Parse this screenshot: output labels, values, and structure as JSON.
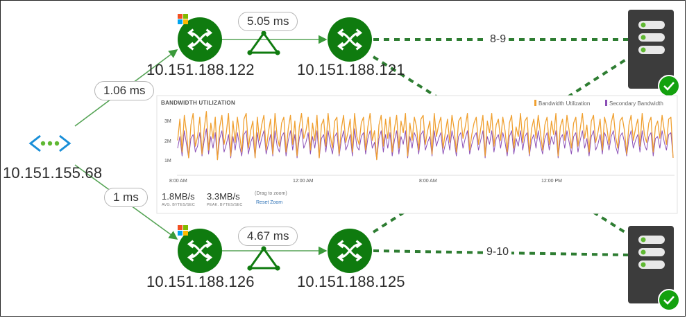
{
  "nodes": {
    "source": "10.151.155.68",
    "r1": "10.151.188.122",
    "r2": "10.151.188.121",
    "r3": "10.151.188.126",
    "r4": "10.151.188.125"
  },
  "latency": {
    "source_to_r1": "1.06 ms",
    "source_to_r3": "1 ms",
    "r1_to_r2": "5.05 ms",
    "r3_to_r4": "4.67 ms"
  },
  "hops": {
    "top": "8-9",
    "bottom": "9-10"
  },
  "colors": {
    "router_green": "#0f7b0f",
    "dashed_link": "#2e7d32",
    "series_orange": "#f0a030",
    "series_purple": "#8b4fb6",
    "server_gray": "#3c3c3c",
    "status_green": "#13a10e"
  },
  "chart": {
    "title": "BANDWIDTH UTILIZATION",
    "legend": [
      "Bandwidth Utilization",
      "Secondary Bandwidth"
    ],
    "y_ticks": [
      "3M",
      "2M",
      "1M"
    ],
    "x_ticks": [
      "8:00 AM",
      "12:00 AM",
      "8:00 AM",
      "12:00 PM"
    ],
    "avg_value": "1.8MB/s",
    "avg_label": "AVG. BYTES/SEC",
    "peak_value": "3.3MB/s",
    "peak_label": "PEAK. BYTES/SEC",
    "drag_hint": "(Drag to zoom)",
    "reset_zoom": "Reset Zoom"
  },
  "chart_data": {
    "type": "line",
    "title": "BANDWIDTH UTILIZATION",
    "ylabel": "",
    "xlabel": "",
    "ylim": [
      0,
      3.4
    ],
    "y_ticks": [
      "1M",
      "2M",
      "3M"
    ],
    "x_ticks": [
      "8:00 AM",
      "12:00 AM",
      "8:00 AM",
      "12:00 PM"
    ],
    "legend_position": "top-right",
    "series": [
      {
        "name": "Bandwidth Utilization",
        "color": "#f0a030",
        "values": [
          1.8,
          2.9,
          1.2,
          3.1,
          2.2,
          0.9,
          2.6,
          3.2,
          1.5,
          2.0,
          3.0,
          1.1,
          2.4,
          3.3,
          1.3,
          2.7,
          1.9,
          3.0,
          0.8,
          2.5,
          3.1,
          1.6,
          2.2,
          3.2,
          1.0,
          2.8,
          1.7,
          3.0,
          2.1,
          1.2,
          2.9,
          3.2,
          1.4,
          2.3,
          2.8,
          0.9,
          3.0,
          1.8,
          2.6,
          3.1,
          1.3,
          2.2,
          2.9,
          1.1,
          3.2,
          2.0,
          1.5,
          2.7,
          3.0,
          1.2,
          2.4,
          3.1,
          1.6,
          2.8,
          1.0,
          2.5,
          3.2,
          1.9,
          2.3,
          3.0,
          1.3,
          2.7,
          1.8,
          3.1,
          0.9,
          2.6,
          2.9,
          1.5,
          3.2,
          2.1,
          1.4,
          2.8,
          3.0,
          1.1,
          2.4,
          3.1,
          1.7,
          2.2,
          2.9,
          1.2,
          3.2,
          2.0,
          1.6,
          2.7,
          3.0,
          1.3,
          2.5,
          3.2,
          1.8,
          2.3,
          0.8,
          2.6,
          3.1,
          1.5,
          2.9,
          1.9,
          3.0,
          1.2,
          2.4,
          3.1,
          1.4,
          2.8,
          2.2,
          3.2,
          1.0,
          2.7,
          1.8,
          3.0,
          2.5,
          1.3,
          2.9,
          3.1,
          1.6,
          2.3,
          2.8,
          1.1,
          3.2,
          2.0,
          2.6,
          3.0,
          1.4,
          2.2,
          2.9,
          1.7,
          3.1,
          2.4,
          1.2,
          2.8,
          3.0,
          1.9,
          2.5,
          3.2,
          1.3,
          2.1,
          2.7,
          3.0,
          1.6,
          2.4,
          3.1,
          1.0,
          2.8,
          2.2,
          3.2,
          1.5,
          2.6,
          2.9,
          1.8,
          3.0,
          2.3,
          1.2,
          2.7,
          3.1,
          1.4,
          2.5,
          2.0,
          3.2,
          1.7,
          2.8,
          3.0,
          1.1,
          2.4,
          2.9,
          1.9,
          3.1,
          2.2,
          1.3,
          2.6,
          3.0,
          1.6,
          2.8,
          2.1,
          3.2,
          1.0,
          2.5,
          2.9,
          1.8,
          3.1,
          2.3,
          1.4,
          2.7,
          3.0,
          1.5,
          2.4,
          3.2,
          1.9,
          2.6,
          1.2,
          2.8,
          3.1,
          1.7,
          2.2,
          2.9,
          1.3,
          3.0,
          2.5,
          1.6,
          2.7,
          3.2,
          2.0,
          1.4,
          2.8,
          3.0,
          2.3,
          1.1,
          2.6,
          3.1,
          1.8,
          2.4,
          2.9,
          1.5,
          3.2,
          2.1,
          1.7,
          2.7,
          3.0,
          1.2,
          2.5,
          2.8,
          1.9,
          3.1,
          2.3,
          1.6,
          2.9,
          3.0,
          0.9
        ]
      },
      {
        "name": "Secondary Bandwidth",
        "color": "#8b4fb6",
        "values": [
          1.4,
          2.0,
          1.0,
          2.3,
          1.6,
          0.9,
          1.9,
          2.1,
          1.2,
          1.5,
          2.2,
          1.0,
          1.8,
          2.4,
          1.1,
          2.0,
          1.4,
          2.2,
          0.8,
          1.9,
          2.3,
          1.2,
          1.6,
          2.1,
          0.9,
          2.0,
          1.3,
          2.2,
          1.5,
          1.0,
          2.1,
          2.3,
          1.1,
          1.7,
          2.0,
          0.9,
          2.2,
          1.4,
          1.9,
          2.3,
          1.1,
          1.6,
          2.1,
          1.0,
          2.3,
          1.5,
          1.2,
          2.0,
          2.2,
          1.0,
          1.8,
          2.3,
          1.3,
          2.1,
          0.9,
          1.9,
          2.4,
          1.4,
          1.7,
          2.2,
          1.1,
          2.0,
          1.4,
          2.3,
          0.9,
          1.9,
          2.1,
          1.2,
          2.3,
          1.6,
          1.1,
          2.0,
          2.2,
          1.0,
          1.8,
          2.3,
          1.3,
          1.6,
          2.1,
          1.0,
          2.4,
          1.5,
          1.3,
          2.0,
          2.2,
          1.1,
          1.9,
          2.3,
          1.4,
          1.7,
          0.8,
          1.9,
          2.3,
          1.2,
          2.1,
          1.4,
          2.2,
          1.0,
          1.8,
          2.3,
          1.1,
          2.0,
          1.6,
          2.3,
          0.9,
          2.0,
          1.4,
          2.2,
          1.9,
          1.1,
          2.1,
          2.3,
          1.3,
          1.7,
          2.0,
          1.0,
          2.3,
          1.5,
          1.9,
          2.2,
          1.1,
          1.6,
          2.1,
          1.3,
          2.3,
          1.8,
          1.0,
          2.0,
          2.2,
          1.4,
          1.9,
          2.3,
          1.1,
          1.6,
          2.0,
          2.2,
          1.3,
          1.8,
          2.3,
          0.9,
          2.0,
          1.6,
          2.3,
          1.2,
          1.9,
          2.1,
          1.4,
          2.2,
          1.7,
          1.0,
          2.0,
          2.3,
          1.1,
          1.9,
          1.5,
          2.3,
          1.3,
          2.0,
          2.2,
          1.0,
          1.8,
          2.1,
          1.4,
          2.3,
          1.6,
          1.1,
          1.9,
          2.2,
          1.3,
          2.0,
          1.6,
          2.3,
          0.9,
          1.9,
          2.1,
          1.4,
          2.3,
          1.7,
          1.1,
          2.0,
          2.2,
          1.2,
          1.8,
          2.3,
          1.4,
          1.9,
          1.0,
          2.0,
          2.3,
          1.3,
          1.6,
          2.1,
          1.1,
          2.2,
          1.9,
          1.3,
          2.0,
          2.3,
          1.5,
          1.1,
          2.0,
          2.2,
          1.7,
          1.0,
          1.9,
          2.3,
          1.4,
          1.8,
          2.1,
          1.2,
          2.3,
          1.6,
          1.3,
          2.0,
          2.2,
          1.0,
          1.9,
          2.0,
          1.4,
          2.3,
          1.7,
          1.3,
          2.1,
          2.2,
          0.9
        ]
      }
    ]
  }
}
